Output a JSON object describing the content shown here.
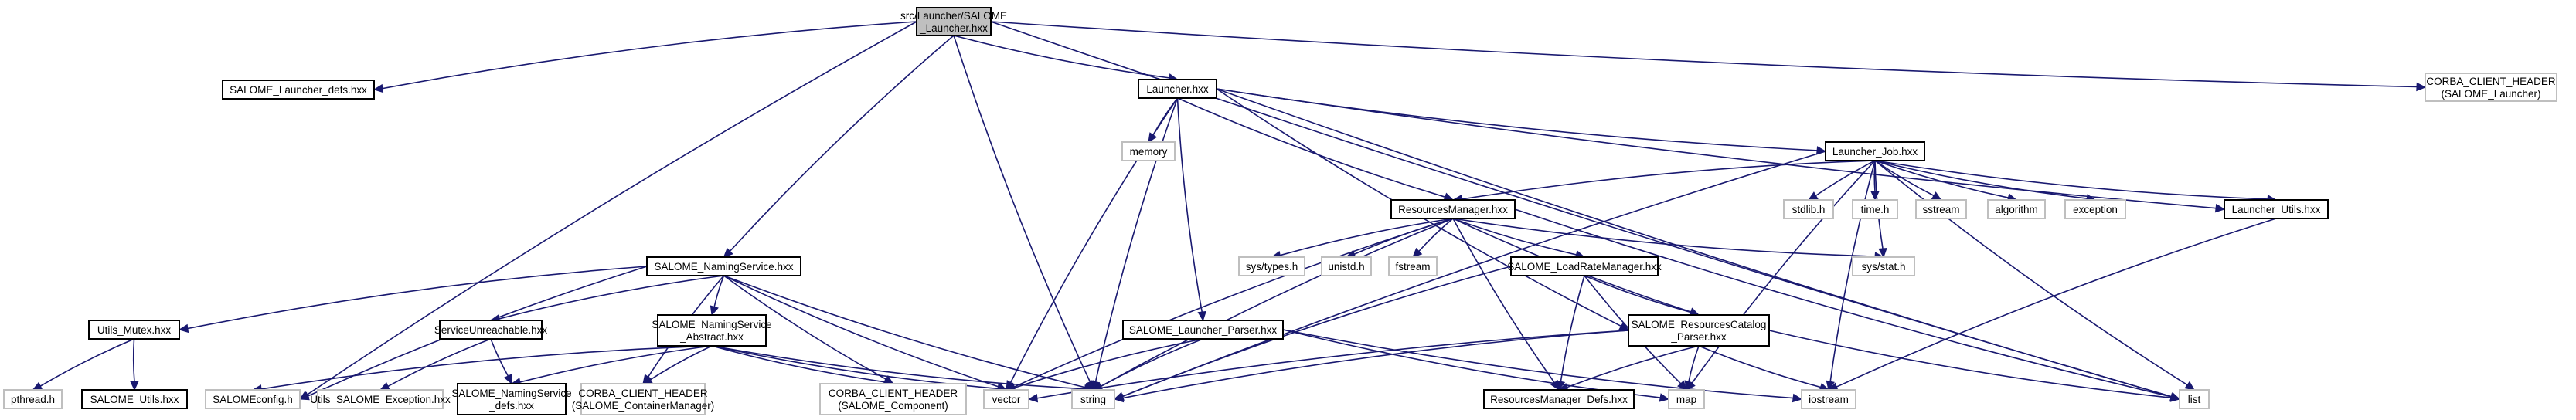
{
  "diagram": {
    "type": "include-dependency-graph",
    "edge_color": "#191970",
    "nodes": [
      {
        "id": "root",
        "label": [
          "src/Launcher/SALOME",
          "_Launcher.hxx"
        ],
        "kind": "root"
      },
      {
        "id": "launcher_defs",
        "label": [
          "SALOME_Launcher_defs.hxx"
        ],
        "kind": "project"
      },
      {
        "id": "launcher",
        "label": [
          "Launcher.hxx"
        ],
        "kind": "project"
      },
      {
        "id": "corba_launcher",
        "label": [
          "CORBA_CLIENT_HEADER",
          "(SALOME_Launcher)"
        ],
        "kind": "external"
      },
      {
        "id": "memory",
        "label": [
          "memory"
        ],
        "kind": "external"
      },
      {
        "id": "launcher_job",
        "label": [
          "Launcher_Job.hxx"
        ],
        "kind": "project"
      },
      {
        "id": "stdlib",
        "label": [
          "stdlib.h"
        ],
        "kind": "external"
      },
      {
        "id": "time",
        "label": [
          "time.h"
        ],
        "kind": "external"
      },
      {
        "id": "sstream",
        "label": [
          "sstream"
        ],
        "kind": "external"
      },
      {
        "id": "algorithm",
        "label": [
          "algorithm"
        ],
        "kind": "external"
      },
      {
        "id": "exception",
        "label": [
          "exception"
        ],
        "kind": "external"
      },
      {
        "id": "launcher_utils",
        "label": [
          "Launcher_Utils.hxx"
        ],
        "kind": "project"
      },
      {
        "id": "resources_manager",
        "label": [
          "ResourcesManager.hxx"
        ],
        "kind": "project"
      },
      {
        "id": "sys_types",
        "label": [
          "sys/types.h"
        ],
        "kind": "external"
      },
      {
        "id": "unistd",
        "label": [
          "unistd.h"
        ],
        "kind": "external"
      },
      {
        "id": "fstream",
        "label": [
          "fstream"
        ],
        "kind": "external"
      },
      {
        "id": "load_rate",
        "label": [
          "SALOME_LoadRateManager.hxx"
        ],
        "kind": "project"
      },
      {
        "id": "sys_stat",
        "label": [
          "sys/stat.h"
        ],
        "kind": "external"
      },
      {
        "id": "naming_service",
        "label": [
          "SALOME_NamingService.hxx"
        ],
        "kind": "project"
      },
      {
        "id": "catalog_parser",
        "label": [
          "SALOME_ResourcesCatalog",
          "_Parser.hxx"
        ],
        "kind": "project"
      },
      {
        "id": "utils_mutex",
        "label": [
          "Utils_Mutex.hxx"
        ],
        "kind": "project"
      },
      {
        "id": "service_unreachable",
        "label": [
          "ServiceUnreachable.hxx"
        ],
        "kind": "project"
      },
      {
        "id": "ns_abstract",
        "label": [
          "SALOME_NamingService",
          "_Abstract.hxx"
        ],
        "kind": "project"
      },
      {
        "id": "launcher_parser",
        "label": [
          "SALOME_Launcher_Parser.hxx"
        ],
        "kind": "project"
      },
      {
        "id": "pthread",
        "label": [
          "pthread.h"
        ],
        "kind": "external"
      },
      {
        "id": "salome_utils",
        "label": [
          "SALOME_Utils.hxx"
        ],
        "kind": "project"
      },
      {
        "id": "salomeconfig",
        "label": [
          "SALOMEconfig.h"
        ],
        "kind": "external"
      },
      {
        "id": "utils_exception",
        "label": [
          "Utils_SALOME_Exception.hxx"
        ],
        "kind": "external"
      },
      {
        "id": "ns_defs",
        "label": [
          "SALOME_NamingService",
          "_defs.hxx"
        ],
        "kind": "project"
      },
      {
        "id": "corba_container",
        "label": [
          "CORBA_CLIENT_HEADER",
          "(SALOME_ContainerManager)"
        ],
        "kind": "external"
      },
      {
        "id": "corba_component",
        "label": [
          "CORBA_CLIENT_HEADER",
          "(SALOME_Component)"
        ],
        "kind": "external"
      },
      {
        "id": "vector",
        "label": [
          "vector"
        ],
        "kind": "external"
      },
      {
        "id": "string",
        "label": [
          "string"
        ],
        "kind": "external"
      },
      {
        "id": "rm_defs",
        "label": [
          "ResourcesManager_Defs.hxx"
        ],
        "kind": "project"
      },
      {
        "id": "map",
        "label": [
          "map"
        ],
        "kind": "external"
      },
      {
        "id": "iostream",
        "label": [
          "iostream"
        ],
        "kind": "external"
      },
      {
        "id": "list",
        "label": [
          "list"
        ],
        "kind": "external"
      }
    ],
    "edges": [
      [
        "root",
        "launcher_defs"
      ],
      [
        "root",
        "launcher"
      ],
      [
        "root",
        "corba_launcher"
      ],
      [
        "root",
        "naming_service"
      ],
      [
        "root",
        "salomeconfig"
      ],
      [
        "root",
        "string"
      ],
      [
        "root",
        "list"
      ],
      [
        "launcher",
        "memory"
      ],
      [
        "launcher",
        "launcher_job"
      ],
      [
        "launcher",
        "launcher_utils"
      ],
      [
        "launcher",
        "resources_manager"
      ],
      [
        "launcher",
        "catalog_parser"
      ],
      [
        "launcher",
        "launcher_parser"
      ],
      [
        "launcher",
        "vector"
      ],
      [
        "launcher",
        "string"
      ],
      [
        "launcher",
        "list"
      ],
      [
        "launcher_job",
        "stdlib"
      ],
      [
        "launcher_job",
        "time"
      ],
      [
        "launcher_job",
        "sstream"
      ],
      [
        "launcher_job",
        "algorithm"
      ],
      [
        "launcher_job",
        "exception"
      ],
      [
        "launcher_job",
        "launcher_utils"
      ],
      [
        "launcher_job",
        "resources_manager"
      ],
      [
        "launcher_job",
        "sys_stat"
      ],
      [
        "launcher_job",
        "string"
      ],
      [
        "launcher_job",
        "map"
      ],
      [
        "launcher_job",
        "iostream"
      ],
      [
        "launcher_job",
        "list"
      ],
      [
        "launcher_utils",
        "iostream"
      ],
      [
        "resources_manager",
        "sys_types"
      ],
      [
        "resources_manager",
        "unistd"
      ],
      [
        "resources_manager",
        "fstream"
      ],
      [
        "resources_manager",
        "load_rate"
      ],
      [
        "resources_manager",
        "sys_stat"
      ],
      [
        "resources_manager",
        "catalog_parser"
      ],
      [
        "resources_manager",
        "rm_defs"
      ],
      [
        "resources_manager",
        "vector"
      ],
      [
        "resources_manager",
        "string"
      ],
      [
        "resources_manager",
        "list"
      ],
      [
        "load_rate",
        "catalog_parser"
      ],
      [
        "load_rate",
        "rm_defs"
      ],
      [
        "load_rate",
        "map"
      ],
      [
        "load_rate",
        "string"
      ],
      [
        "catalog_parser",
        "rm_defs"
      ],
      [
        "catalog_parser",
        "map"
      ],
      [
        "catalog_parser",
        "iostream"
      ],
      [
        "catalog_parser",
        "list"
      ],
      [
        "catalog_parser",
        "vector"
      ],
      [
        "catalog_parser",
        "string"
      ],
      [
        "naming_service",
        "utils_mutex"
      ],
      [
        "naming_service",
        "service_unreachable"
      ],
      [
        "naming_service",
        "ns_abstract"
      ],
      [
        "naming_service",
        "salomeconfig"
      ],
      [
        "naming_service",
        "corba_container"
      ],
      [
        "naming_service",
        "corba_component"
      ],
      [
        "naming_service",
        "vector"
      ],
      [
        "naming_service",
        "string"
      ],
      [
        "utils_mutex",
        "pthread"
      ],
      [
        "utils_mutex",
        "salome_utils"
      ],
      [
        "service_unreachable",
        "utils_exception"
      ],
      [
        "service_unreachable",
        "ns_defs"
      ],
      [
        "ns_abstract",
        "ns_defs"
      ],
      [
        "ns_abstract",
        "salomeconfig"
      ],
      [
        "ns_abstract",
        "corba_container"
      ],
      [
        "ns_abstract",
        "corba_component"
      ],
      [
        "ns_abstract",
        "vector"
      ],
      [
        "ns_abstract",
        "string"
      ],
      [
        "launcher_parser",
        "vector"
      ],
      [
        "launcher_parser",
        "string"
      ],
      [
        "launcher_parser",
        "map"
      ],
      [
        "launcher_parser",
        "iostream"
      ]
    ]
  }
}
